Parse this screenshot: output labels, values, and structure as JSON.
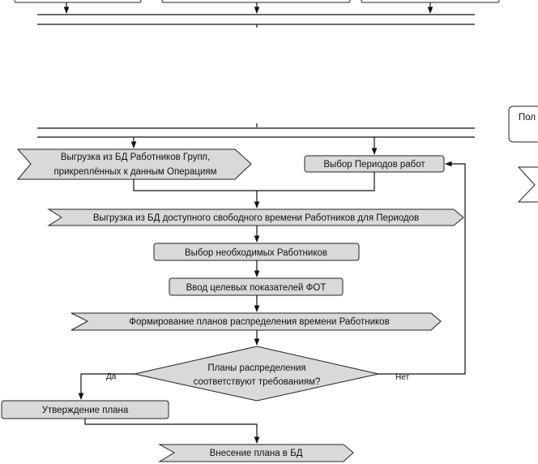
{
  "nodes": {
    "export_workers": [
      "Выгрузка из БД Работников Групп,",
      "прикреплённых к данным Операциям"
    ],
    "select_periods": "Выбор Периодов работ",
    "export_free_time": "Выгрузка из БД доступного свободного времени Работников для Периодов",
    "select_workers": "Выбор необходимых Работников",
    "enter_targets": "Ввод целевых показателей ФОТ",
    "form_plans": "Формирование планов распределения времени Работников",
    "decision": [
      "Планы распределения",
      "соответствуют требованиям?"
    ],
    "approve_plan": "Утверждение плана",
    "save_plan": "Внесение плана в БД"
  },
  "edge_labels": {
    "yes": "Да",
    "no": "Нет"
  },
  "legend": {
    "partial_label": "Пол"
  }
}
